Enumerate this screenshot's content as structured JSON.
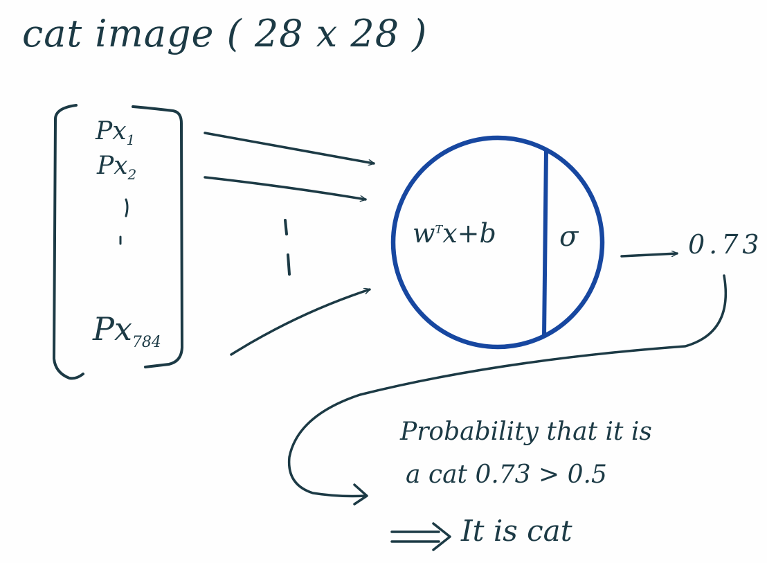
{
  "title": "cat image ( 28 x 28 )",
  "pixels": {
    "p1": "Px",
    "p1_sub": "1",
    "p2": "Px",
    "p2_sub": "2",
    "p784": "Px",
    "p784_sub": "784"
  },
  "neuron": {
    "formula_main": "w",
    "formula_sup": "T",
    "formula_rest": "x+b",
    "activation": "σ"
  },
  "output_value": "0.73",
  "explanation_line1": "Probability that it is",
  "explanation_line2": "a cat  0.73 > 0.5",
  "conclusion": "It is cat",
  "colors": {
    "ink": "#1c3a45",
    "neuron": "#1747a0"
  }
}
